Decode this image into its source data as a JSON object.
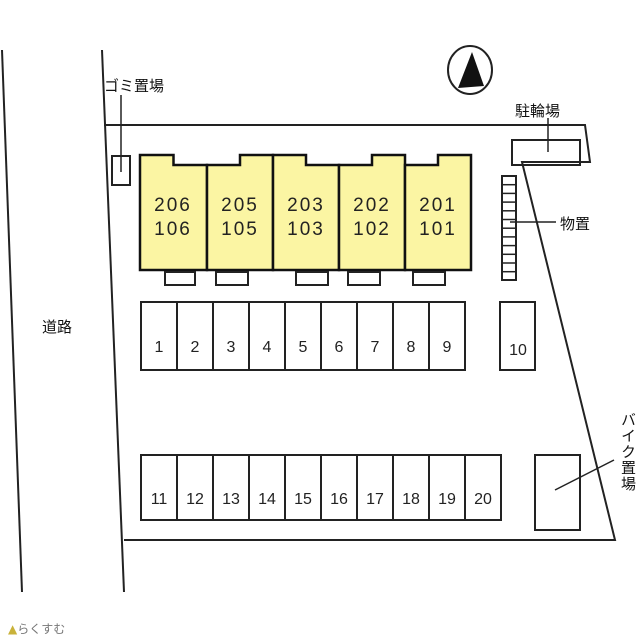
{
  "labels": {
    "trash": "ゴミ置場",
    "bicycle": "駐輪場",
    "storage": "物置",
    "road": "道路",
    "motorbike": "バイク置場"
  },
  "units": [
    {
      "upper": "206",
      "lower": "106"
    },
    {
      "upper": "205",
      "lower": "105"
    },
    {
      "upper": "203",
      "lower": "103"
    },
    {
      "upper": "202",
      "lower": "102"
    },
    {
      "upper": "201",
      "lower": "101"
    }
  ],
  "parking_row1": [
    "1",
    "2",
    "3",
    "4",
    "5",
    "6",
    "7",
    "8",
    "9"
  ],
  "parking_extra": "10",
  "parking_row2": [
    "11",
    "12",
    "13",
    "14",
    "15",
    "16",
    "17",
    "18",
    "19",
    "20"
  ],
  "logo": "らくすむ",
  "colors": {
    "building": "#fbf5a3",
    "line": "#222222"
  }
}
